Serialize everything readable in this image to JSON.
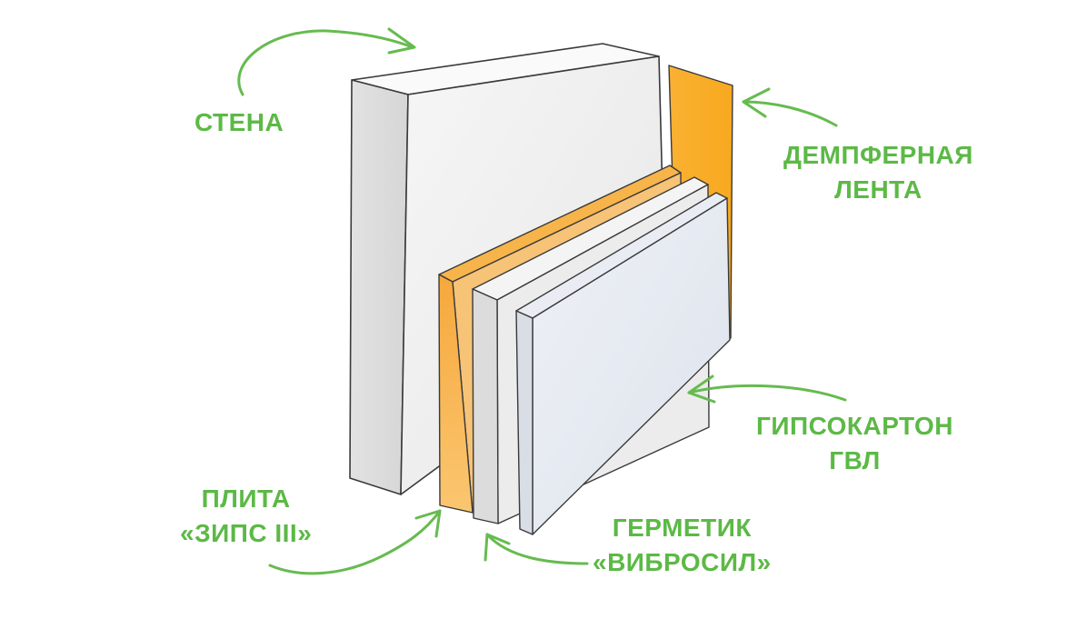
{
  "colors": {
    "label_green": "#5cb946",
    "arrow_green": "#66bb4f",
    "wall_face": "#eeeeee",
    "damper_tape": "#fbb033",
    "zips_plate": "#f8c068",
    "sealant": "#ececec",
    "drywall": "#e6ebf2"
  },
  "labels": {
    "wall": [
      "СТЕНА"
    ],
    "damper": [
      "ДЕМПФЕРНАЯ",
      "ЛЕНТА"
    ],
    "drywall": [
      "ГИПСОКАРТОН",
      "ГВЛ"
    ],
    "plate": [
      "ПЛИТА",
      "«ЗИПС III»"
    ],
    "sealant": [
      "ГЕРМЕТИК",
      "«ВИБРОСИЛ»"
    ]
  }
}
